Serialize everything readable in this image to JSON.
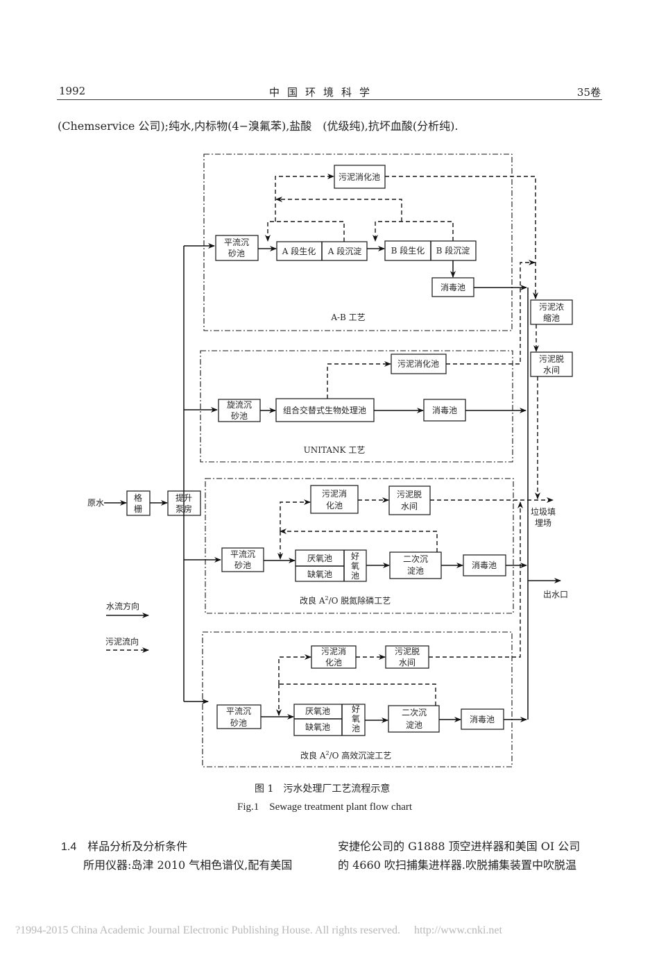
{
  "header": {
    "year_page": "1992",
    "journal": "中国环境科学",
    "volume": "35卷"
  },
  "body_top": "(Chemservice 公司);纯水,内标物(4−溴氟苯),盐酸　(优级纯),抗坏血酸(分析纯).",
  "figure": {
    "inputs": {
      "raw_water": "原水",
      "screen": [
        "格",
        "栅"
      ],
      "pump": [
        "提升",
        "泵房"
      ]
    },
    "ab": {
      "label": "A-B 工艺",
      "grit": [
        "平流沉",
        "砂池"
      ],
      "a_bio": "A 段生化",
      "a_settle": "A 段沉淀",
      "b_bio": "B 段生化",
      "b_settle": "B 段沉淀",
      "digester": "污泥消化池",
      "disinfect": "消毒池"
    },
    "unitank": {
      "label": "UNITANK 工艺",
      "grit": [
        "旋流沉",
        "砂池"
      ],
      "combined": "组合交替式生物处理池",
      "digester": "污泥消化池",
      "disinfect": "消毒池"
    },
    "a2o_np": {
      "label_pre": "改良 A",
      "label_sup": "2",
      "label_post": "/O 脱氮除磷工艺",
      "grit": [
        "平流沉",
        "砂池"
      ],
      "anaerobic": "厌氧池",
      "anoxic": "缺氧池",
      "aerobic": [
        "好",
        "氧",
        "池"
      ],
      "secondary": [
        "二次沉",
        "淀池"
      ],
      "disinfect": "消毒池",
      "digester": [
        "污泥消",
        "化池"
      ],
      "dewater": [
        "污泥脱",
        "水间"
      ]
    },
    "a2o_hs": {
      "label_pre": "改良 A",
      "label_sup": "2",
      "label_post": "/O 高效沉淀工艺",
      "grit": [
        "平流沉",
        "砂池"
      ],
      "anaerobic": "厌氧池",
      "anoxic": "缺氧池",
      "aerobic": [
        "好",
        "氧",
        "池"
      ],
      "secondary": [
        "二次沉",
        "淀池"
      ],
      "disinfect": "消毒池",
      "digester": [
        "污泥消",
        "化池"
      ],
      "dewater": [
        "污泥脱",
        "水间"
      ]
    },
    "shared": {
      "thickener": [
        "污泥浓",
        "缩池"
      ],
      "dewater": [
        "污泥脱",
        "水间"
      ],
      "landfill": [
        "垃圾填",
        "埋场"
      ],
      "outlet": "出水口"
    },
    "legend": {
      "water": "水流方向",
      "sludge": "污泥流向"
    },
    "caption_cn": "图 1　污水处理厂工艺流程示意",
    "caption_en": "Fig.1　Sewage treatment plant flow chart"
  },
  "section": {
    "number": "1.4",
    "title": "样品分析及分析条件",
    "para_left": "所用仪器:岛津 2010 气相色谱仪,配有美国",
    "para_right_1": "安捷伦公司的 G1888 顶空进样器和美国 OI 公司",
    "para_right_2": "的 4660 吹扫捕集进样器.吹脱捕集装置中吹脱温"
  },
  "footer": "?1994-2015 China Academic Journal Electronic Publishing House. All rights reserved.　 http://www.cnki.net"
}
